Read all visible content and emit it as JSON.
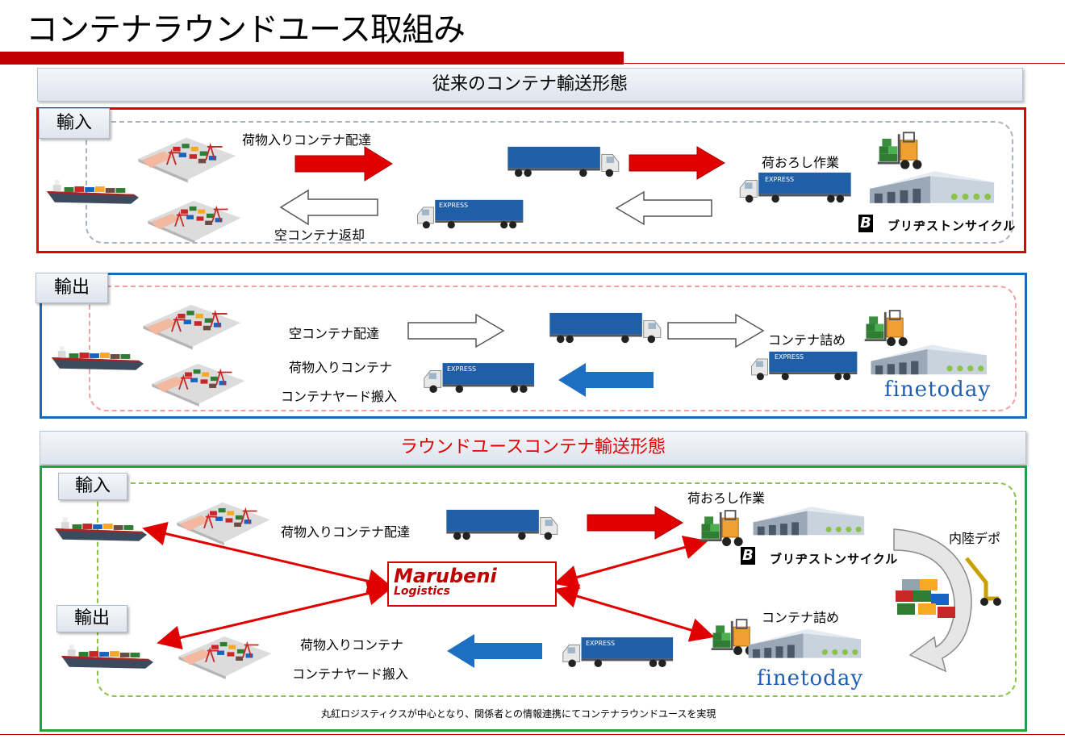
{
  "page_title": "コンテナラウンドユース取組み",
  "colors": {
    "accent_red": "#c00000",
    "panel_red": "#e00000",
    "panel_blue": "#1a6bb5",
    "panel_green": "#22a04a",
    "arrow_blue": "#1d6fc4"
  },
  "conventional": {
    "heading": "従来のコンテナ輸送形態",
    "import": {
      "tag": "輸入",
      "label_delivery": "荷物入りコンテナ配達",
      "label_return": "空コンテナ返却",
      "label_unload": "荷おろし作業",
      "company": "ブリヂストンサイクル"
    },
    "export": {
      "tag": "輸出",
      "label_empty_delivery": "空コンテナ配達",
      "label_loaded_line1": "荷物入りコンテナ",
      "label_loaded_line2": "コンテナヤード搬入",
      "label_stuffing": "コンテナ詰め",
      "company": "finetoday"
    }
  },
  "round_use": {
    "heading": "ラウンドユースコンテナ輸送形態",
    "tag_import": "輸入",
    "tag_export": "輸出",
    "label_delivery": "荷物入りコンテナ配達",
    "label_unload": "荷おろし作業",
    "company_import": "ブリヂストンサイクル",
    "label_inland_depot": "内陸デポ",
    "label_stuffing": "コンテナ詰め",
    "company_export": "finetoday",
    "label_loaded_line1": "荷物入りコンテナ",
    "label_loaded_line2": "コンテナヤード搬入",
    "logo_line1": "Marubeni",
    "logo_line2": "Logistics",
    "caption": "丸紅ロジスティクスが中心となり、関係者との情報連携にてコンテナラウンドユースを実現"
  },
  "truck_text": "EXPRESS",
  "bs_mark": "B"
}
